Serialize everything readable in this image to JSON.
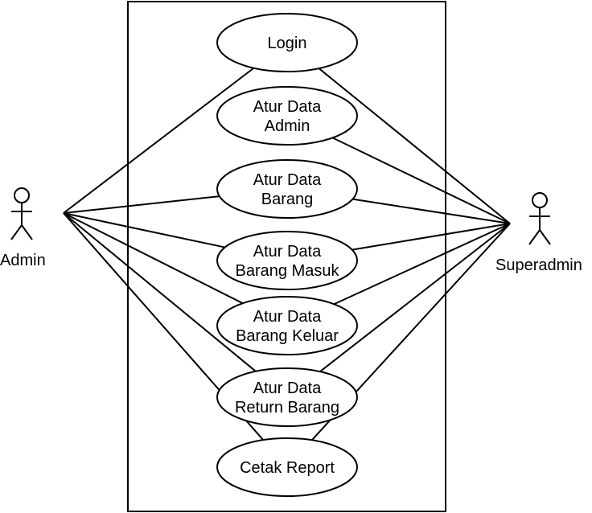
{
  "actors": {
    "admin": {
      "label": "Admin"
    },
    "superadmin": {
      "label": "Superadmin"
    }
  },
  "use_cases": [
    {
      "id": "login",
      "lines": [
        "Login"
      ]
    },
    {
      "id": "atur-data-admin",
      "lines": [
        "Atur Data",
        "Admin"
      ]
    },
    {
      "id": "atur-data-barang",
      "lines": [
        "Atur Data",
        "Barang"
      ]
    },
    {
      "id": "atur-data-barang-masuk",
      "lines": [
        "Atur Data",
        "Barang Masuk"
      ]
    },
    {
      "id": "atur-data-barang-keluar",
      "lines": [
        "Atur Data",
        "Barang Keluar"
      ]
    },
    {
      "id": "atur-data-return-barang",
      "lines": [
        "Atur Data",
        "Return Barang"
      ]
    },
    {
      "id": "cetak-report",
      "lines": [
        "Cetak Report"
      ]
    }
  ],
  "associations": {
    "admin": [
      "login",
      "atur-data-barang",
      "atur-data-barang-masuk",
      "atur-data-barang-keluar",
      "atur-data-return-barang",
      "cetak-report"
    ],
    "superadmin": [
      "login",
      "atur-data-admin",
      "atur-data-barang",
      "atur-data-barang-masuk",
      "atur-data-barang-keluar",
      "atur-data-return-barang",
      "cetak-report"
    ]
  }
}
